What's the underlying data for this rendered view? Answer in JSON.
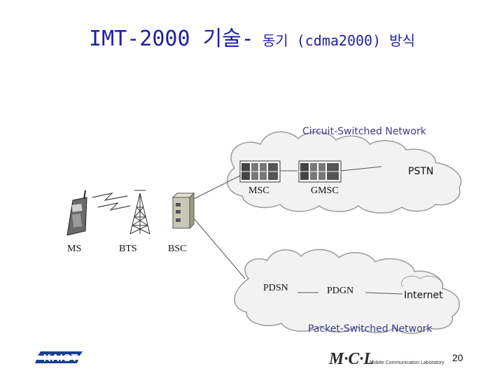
{
  "title": {
    "main": "IMT-2000 기술-",
    "sub": " 동기 (cdma2000) 방식"
  },
  "diagram": {
    "circuit_network_label": "Circuit-Switched Network",
    "packet_network_label": "Packet-Switched Network",
    "nodes": {
      "ms": "MS",
      "bts": "BTS",
      "bsc": "BSC",
      "msc": "MSC",
      "gmsc": "GMSC",
      "pstn": "PSTN",
      "pdsn": "PDSN",
      "pdgn": "PDGN",
      "internet": "Internet"
    }
  },
  "footer": {
    "page_number": "20",
    "left_logo": "KAIST",
    "right_logo": "M·C·L",
    "right_logo_caption": "Mobile Communication Laboratory"
  }
}
